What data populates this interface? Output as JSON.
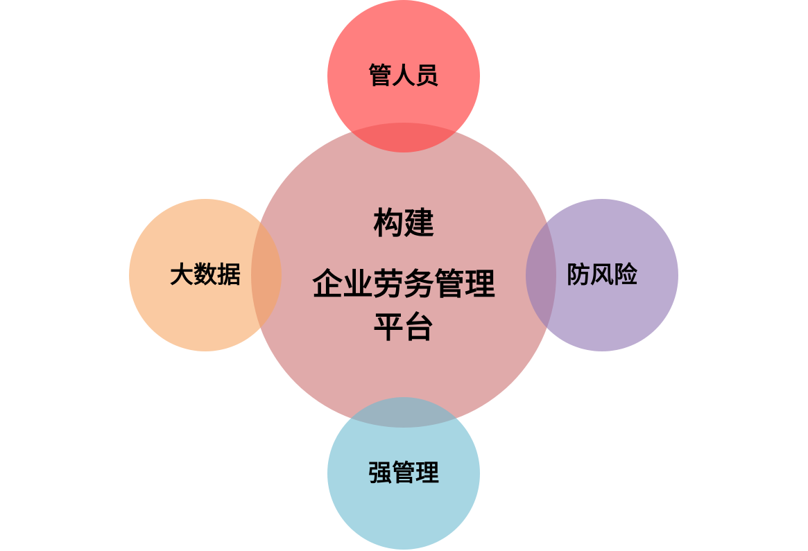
{
  "diagram": {
    "center": {
      "line1": "构建",
      "line2": "企业劳务管理",
      "line3": "平台",
      "color": "#CD7676"
    },
    "nodes": {
      "top": {
        "label": "管人员",
        "color": "#FF4848"
      },
      "left": {
        "label": "大数据",
        "color": "#F7A35F"
      },
      "right": {
        "label": "防风险",
        "color": "#9379B4"
      },
      "bottom": {
        "label": "强管理",
        "color": "#6CBBD0"
      }
    }
  }
}
